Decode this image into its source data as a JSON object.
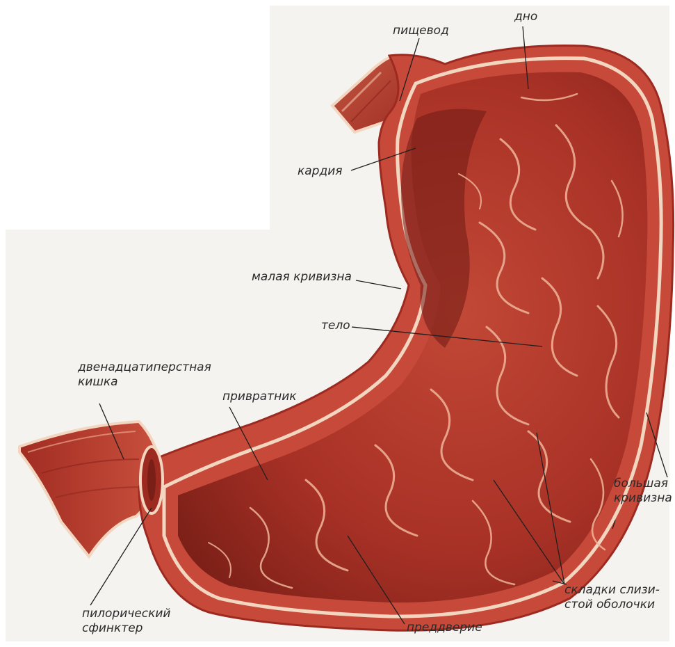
{
  "colors": {
    "background": "#ffffff",
    "panel": "#f4f3f0",
    "wall": "#b83a2e",
    "wall_edge": "#f3d6c0",
    "lumen": "#a63226",
    "lumen_dark": "#6e1a14",
    "fold": "#f0b59a",
    "leader": "#1f1f1f",
    "text": "#2a2a2a"
  },
  "labels": {
    "esophagus": "пищевод",
    "fundus": "дно",
    "cardia": "кардия",
    "lesser_curvature": "малая кривизна",
    "body": "тело",
    "duodenum": "двенадцатиперстная\nкишка",
    "pylorus": "привратник",
    "greater_curvature": "большая\nкривизна",
    "mucosal_folds": "складки слизи-\nстой оболочки",
    "pyloric_sphincter": "пилорический\nсфинктер",
    "antrum": "преддверие"
  }
}
